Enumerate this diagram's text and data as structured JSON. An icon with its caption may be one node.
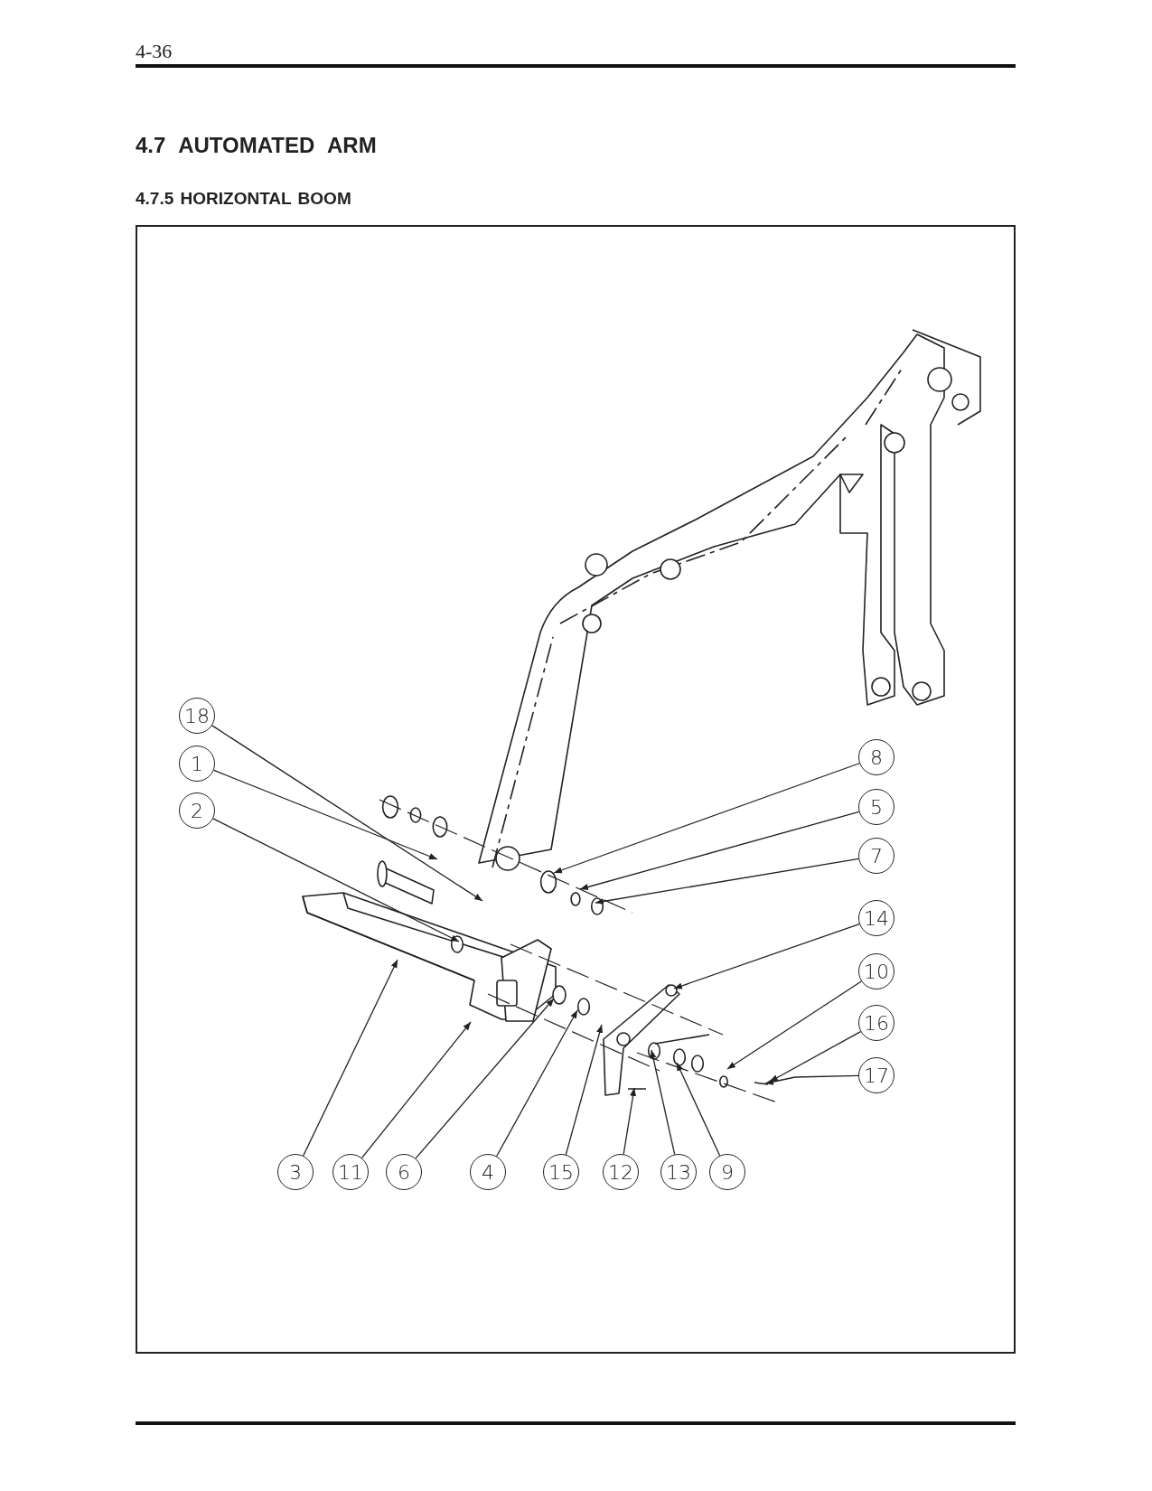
{
  "diagram": {
    "title": "4.7 AUTOMATED ARM",
    "nodes": [
      {
        "text": [
          "18"
        ]
      },
      {
        "text": [
          "1"
        ]
      },
      {
        "text": [
          "2"
        ]
      },
      {
        "text": [
          "8"
        ]
      },
      {
        "text": [
          "5"
        ]
      },
      {
        "text": [
          "7"
        ]
      },
      {
        "text": [
          "14"
        ]
      },
      {
        "text": [
          "10"
        ]
      },
      {
        "text": [
          "16"
        ]
      },
      {
        "text": [
          "17"
        ]
      },
      {
        "text": [
          "3"
        ]
      },
      {
        "text": [
          "11"
        ]
      },
      {
        "text": [
          "6"
        ]
      },
      {
        "text": [
          "4"
        ]
      },
      {
        "text": [
          "15"
        ]
      },
      {
        "text": [
          "12"
        ]
      },
      {
        "text": [
          "13"
        ]
      },
      {
        "text": [
          "9"
        ]
      }
    ],
    "edges": [
      {
        "from": 0,
        "to": null,
        "arrow": "to"
      },
      {
        "from": 1,
        "to": null,
        "arrow": "to"
      },
      {
        "from": 2,
        "to": null,
        "arrow": "to"
      },
      {
        "from": 3,
        "to": null,
        "arrow": "to"
      },
      {
        "from": 4,
        "to": null,
        "arrow": "to"
      },
      {
        "from": 5,
        "to": null,
        "arrow": "to"
      },
      {
        "from": 6,
        "to": null,
        "arrow": "to"
      },
      {
        "from": 7,
        "to": null,
        "arrow": "to"
      },
      {
        "from": 8,
        "to": null,
        "arrow": "to"
      },
      {
        "from": 9,
        "to": null,
        "arrow": "to"
      },
      {
        "from": 10,
        "to": null,
        "arrow": "to"
      },
      {
        "from": 11,
        "to": null,
        "arrow": "to"
      },
      {
        "from": 12,
        "to": null,
        "arrow": "to"
      },
      {
        "from": 13,
        "to": null,
        "arrow": "to"
      },
      {
        "from": 14,
        "to": null,
        "arrow": "to"
      },
      {
        "from": 15,
        "to": null,
        "arrow": "to"
      },
      {
        "from": 16,
        "to": null,
        "arrow": "to"
      },
      {
        "from": 17,
        "to": null,
        "arrow": "to"
      }
    ],
    "labels": [
      "4-36",
      "4.7.5 HORIZONTAL BOOM"
    ]
  }
}
